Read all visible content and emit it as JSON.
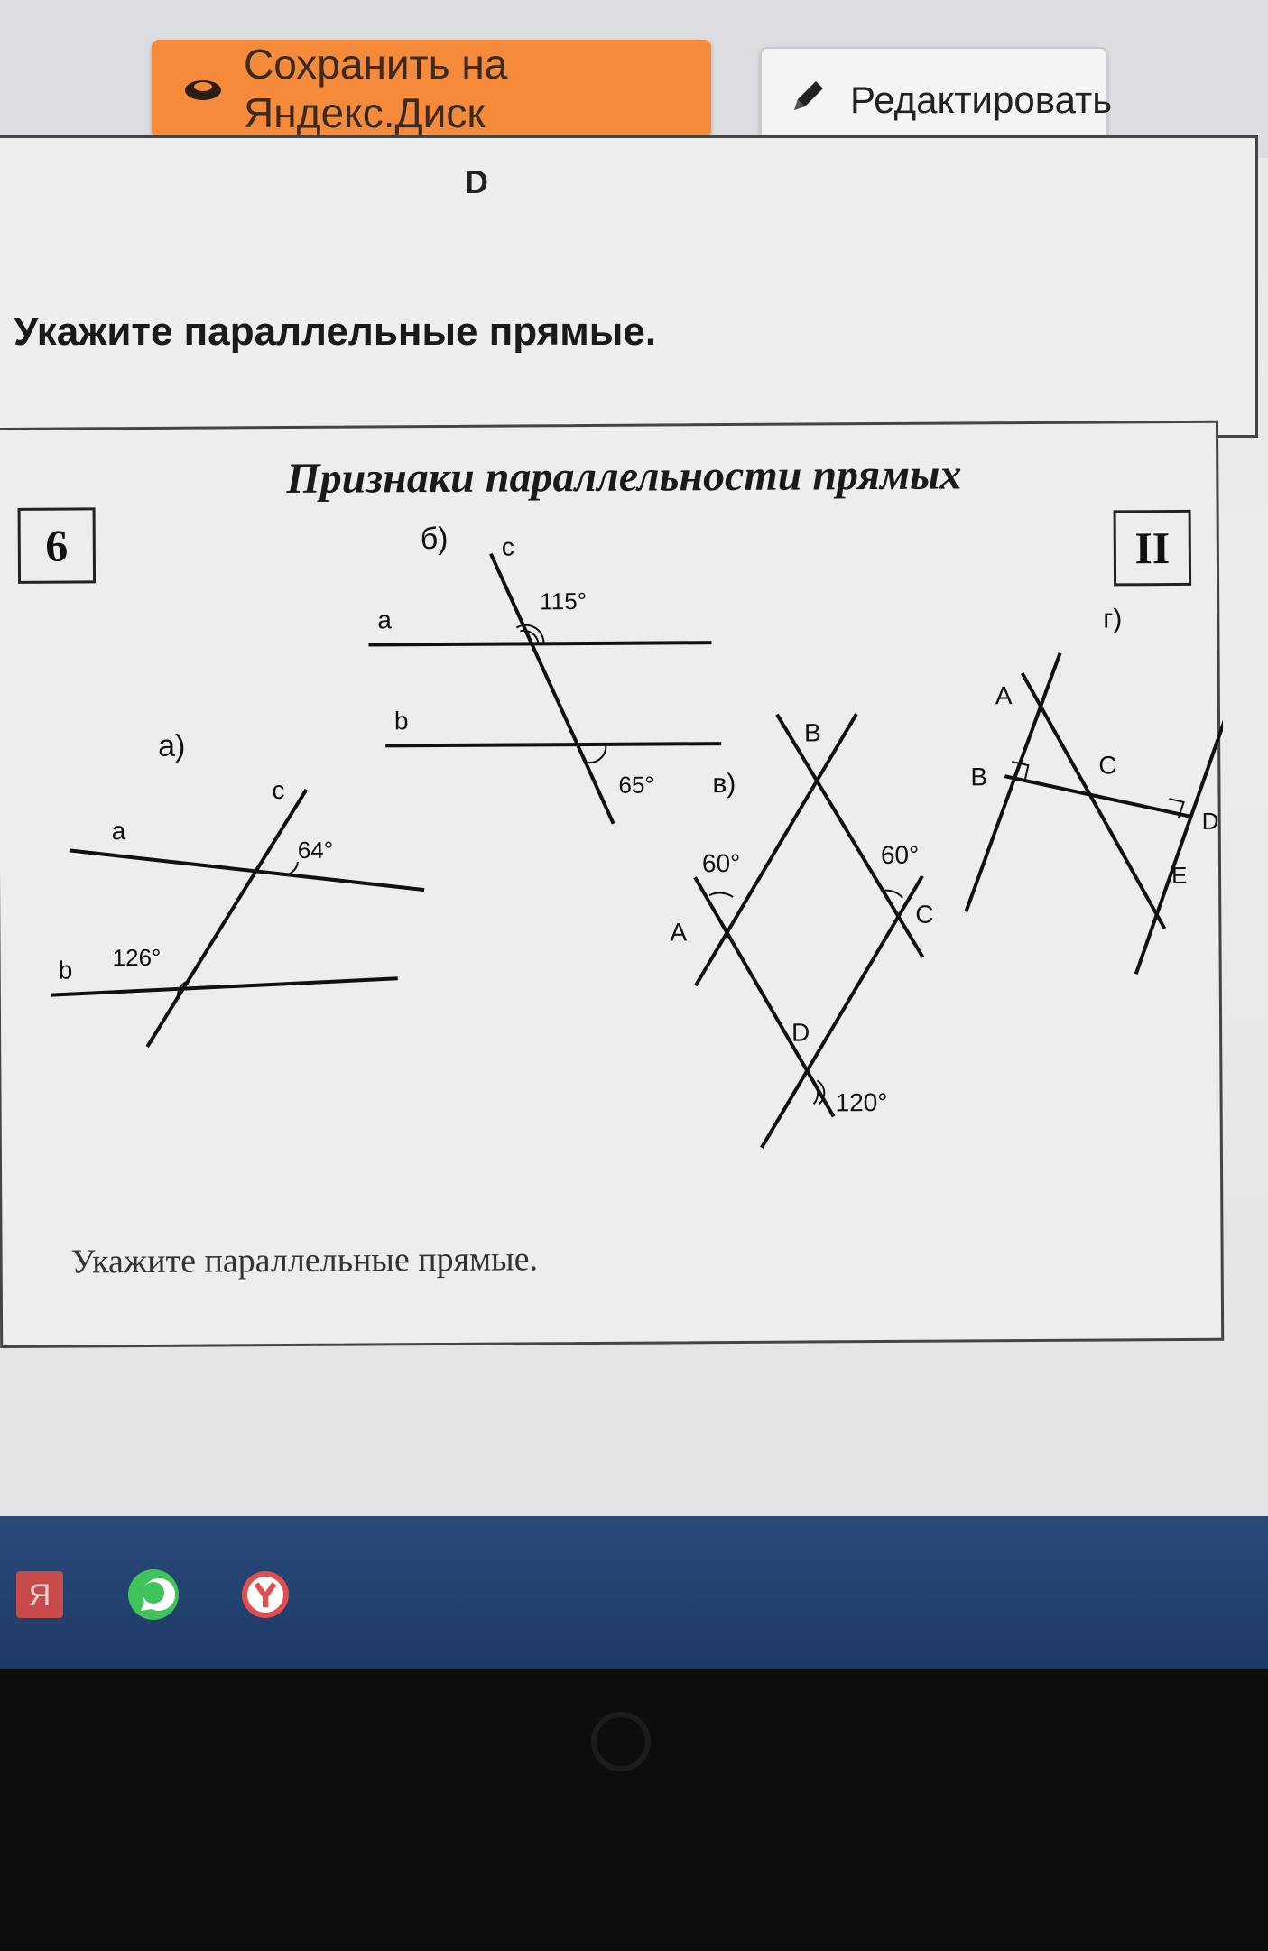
{
  "toolbar": {
    "save_label": "Сохранить на Яндекс.Диск",
    "edit_label": "Редактировать"
  },
  "previous_task": {
    "letter": "D",
    "question": "Укажите параллельные прямые."
  },
  "task": {
    "title": "Признаки параллельности прямых",
    "number": "6",
    "variant": "II",
    "question": "Укажите параллельные прямые.",
    "figures": {
      "a": {
        "label": "а)",
        "line_a": "a",
        "line_b": "b",
        "line_c": "c",
        "angle_top": "64°",
        "angle_bottom": "126°"
      },
      "b": {
        "label": "б)",
        "line_a": "a",
        "line_b": "b",
        "line_c": "c",
        "angle_top": "115°",
        "angle_bottom": "65°"
      },
      "v": {
        "label": "в)",
        "A": "A",
        "B": "B",
        "C": "C",
        "D": "D",
        "angle_A": "60°",
        "angle_C": "60°",
        "angle_D": "120°"
      },
      "g": {
        "label": "г)",
        "A": "A",
        "B": "B",
        "C": "C",
        "D": "D",
        "E": "E"
      }
    }
  },
  "taskbar": {
    "icons": [
      "yandex-icon",
      "whatsapp-icon",
      "yandex-browser-icon"
    ],
    "yandex_letter": "Я"
  },
  "colors": {
    "save_button": "#f58a3a",
    "taskbar": "#1e3a66"
  }
}
